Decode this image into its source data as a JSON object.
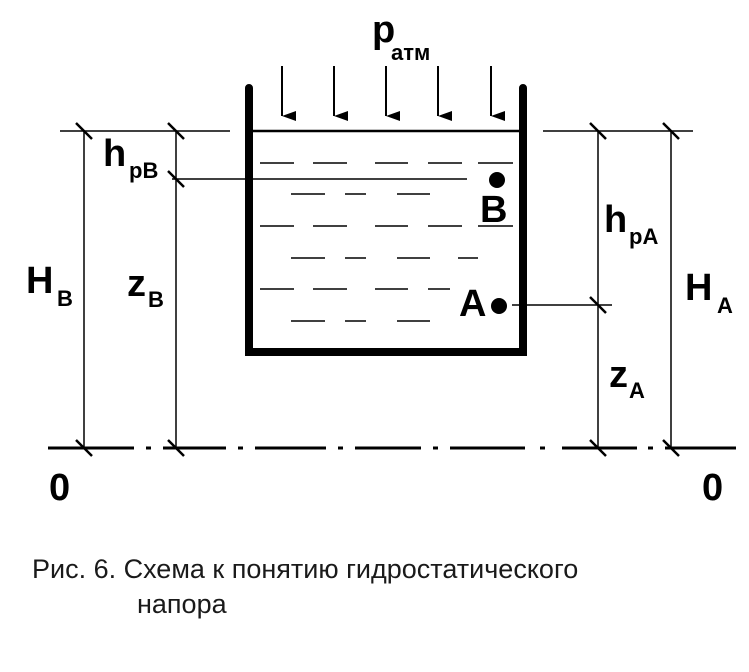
{
  "diagram": {
    "pressure_label": "p",
    "pressure_sub": "атм",
    "point_b": "B",
    "point_a": "A",
    "hpb": {
      "main": "h",
      "sub": "pB"
    },
    "hpa": {
      "main": "h",
      "sub": "pA"
    },
    "hb": {
      "main": "H",
      "sub": "B"
    },
    "ha": {
      "main": "H",
      "sub": "A"
    },
    "zb": {
      "main": "z",
      "sub": "B"
    },
    "za": {
      "main": "z",
      "sub": "A"
    },
    "datum_left": "0",
    "datum_right": "0"
  },
  "caption": {
    "line1": "Рис. 6. Схема к понятию гидростатического",
    "line2": "напора"
  }
}
